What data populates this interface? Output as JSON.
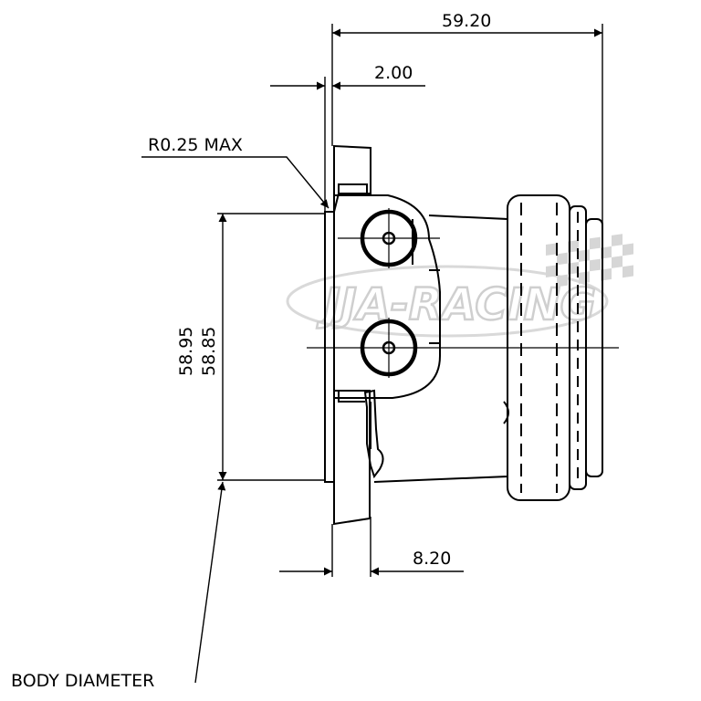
{
  "drawing": {
    "dimensions": {
      "overall_length": "59.20",
      "flange_thickness": "2.00",
      "edge_radius": "R0.25 MAX",
      "body_diameter_max": "58.95",
      "body_diameter_min": "58.85",
      "flange_width": "8.20"
    },
    "labels": {
      "body_diameter": "BODY DIAMETER"
    },
    "watermark": {
      "text": "JJA-RACING"
    }
  }
}
